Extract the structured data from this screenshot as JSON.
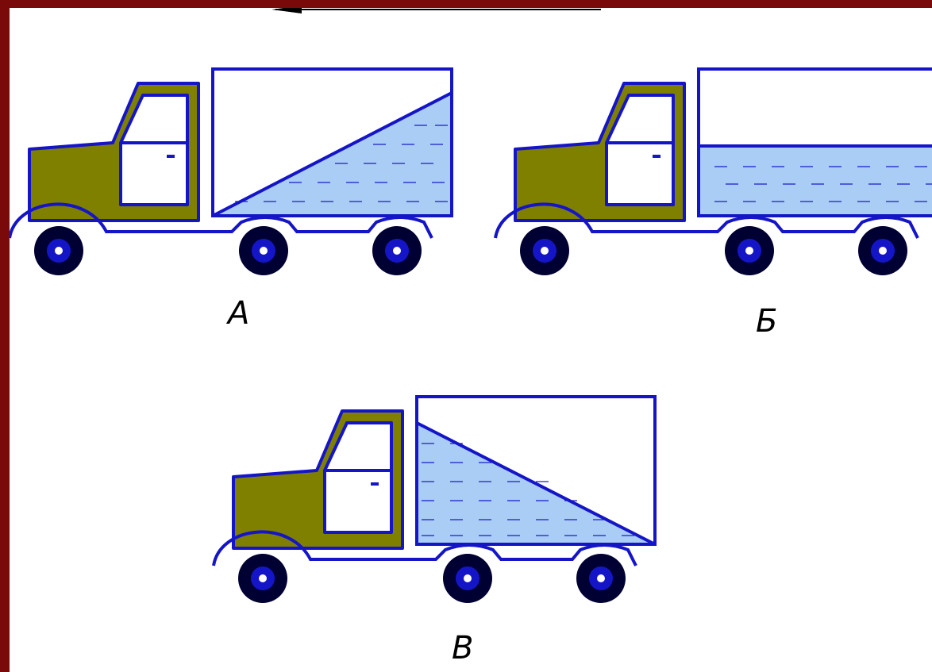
{
  "colors": {
    "background": "#7a0a0a",
    "outline": "#1515c8",
    "cab": "#808000",
    "liquid": "#a9cdf5",
    "wheel": "#000033",
    "arrow": "#000000"
  },
  "arrow": {
    "direction": "left",
    "icon": "arrow-left-icon"
  },
  "trucks": [
    {
      "id": "A",
      "label": "А",
      "liquid_shape": "wedge deeper at rear"
    },
    {
      "id": "B",
      "label": "Б",
      "liquid_shape": "level surface"
    },
    {
      "id": "V",
      "label": "В",
      "liquid_shape": "wedge deeper at front"
    }
  ]
}
